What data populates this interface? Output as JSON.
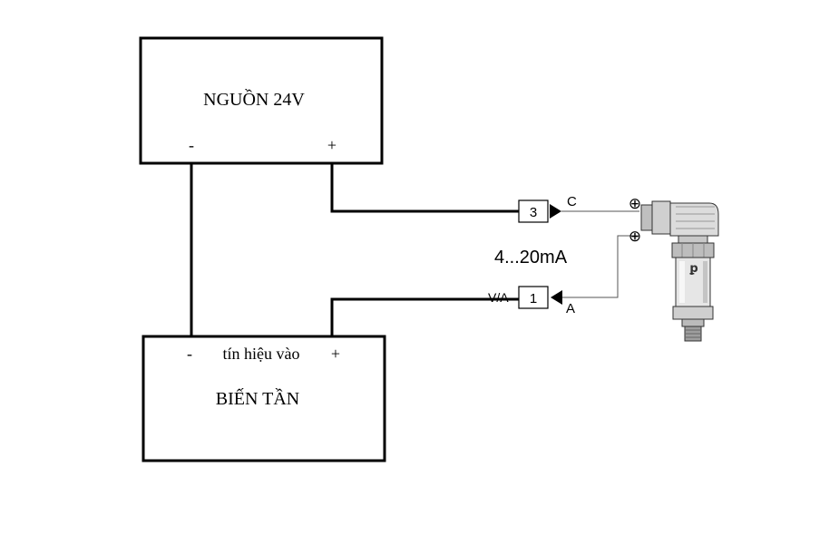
{
  "power_supply": {
    "title": "NGUỒN 24V",
    "minus_label": "-",
    "plus_label": "+"
  },
  "inverter": {
    "title": "BIẾN TẦN",
    "signal_label": "tín hiệu vào",
    "minus_label": "-",
    "plus_label": "+"
  },
  "terminals": {
    "top_number": "3",
    "top_letter": "C",
    "bottom_number": "1",
    "bottom_letter": "A",
    "bottom_side_label": "V/A"
  },
  "signal_range": "4...20mA",
  "sensor": {
    "plus_symbol_top": "⊕",
    "plus_symbol_bottom": "⊕",
    "logo_text": "ꝑ"
  },
  "colors": {
    "wire": "#000000",
    "thin_wire": "#555555",
    "sensor_body": "#d8d8d8"
  }
}
